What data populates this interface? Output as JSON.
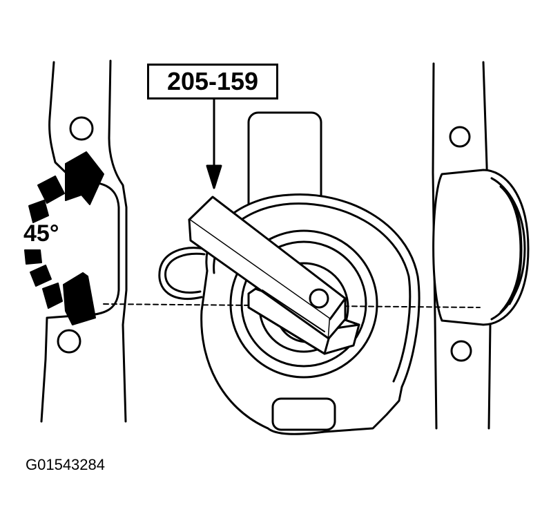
{
  "diagram": {
    "tool_number": "205-159",
    "rotation_angle": "45°",
    "figure_id": "G01543284"
  }
}
